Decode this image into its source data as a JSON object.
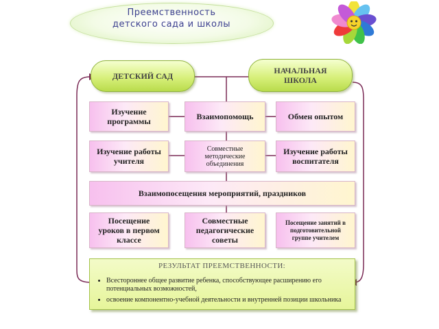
{
  "title": {
    "line1": "Преемственность",
    "line2": "детского сада и школы"
  },
  "top": {
    "left": "ДЕТСКИЙ САД",
    "right_line1": "НАЧАЛЬНАЯ",
    "right_line2": "ШКОЛА"
  },
  "rows": [
    {
      "left": [
        "Изучение",
        "программы"
      ],
      "center": [
        "Взаимопомощь"
      ],
      "right": [
        "Обмен опытом"
      ]
    },
    {
      "left": [
        "Изучение работы",
        "учителя"
      ],
      "center": [
        "Совместные",
        "методические",
        "объединения"
      ],
      "right": [
        "Изучение работы",
        "воспитателя"
      ]
    },
    {
      "wide": "Взаимопосещения мероприятий, праздников"
    },
    {
      "left": [
        "Посещение",
        "уроков в первом",
        "классе"
      ],
      "center": [
        "Совместные",
        "педагогические",
        "советы"
      ],
      "right": [
        "Посещение занятий в",
        "подготовительной",
        "группе учителем"
      ]
    }
  ],
  "result": {
    "title": "РЕЗУЛЬТАТ ПРЕЕМСТВЕННОСТИ:",
    "items": [
      "Всестороннее общее развитие ребенка, способствующее расширению его потенциальных возможностей,",
      "освоение компонентно-учебной деятельности и внутренней позиции школьника"
    ]
  },
  "colors": {
    "connector": "#7a2a55",
    "pill_green": "#d8f07c",
    "box_pink": "#f7c0ee",
    "box_yellow": "#fff6cf",
    "title_text": "#3b3f8f"
  }
}
